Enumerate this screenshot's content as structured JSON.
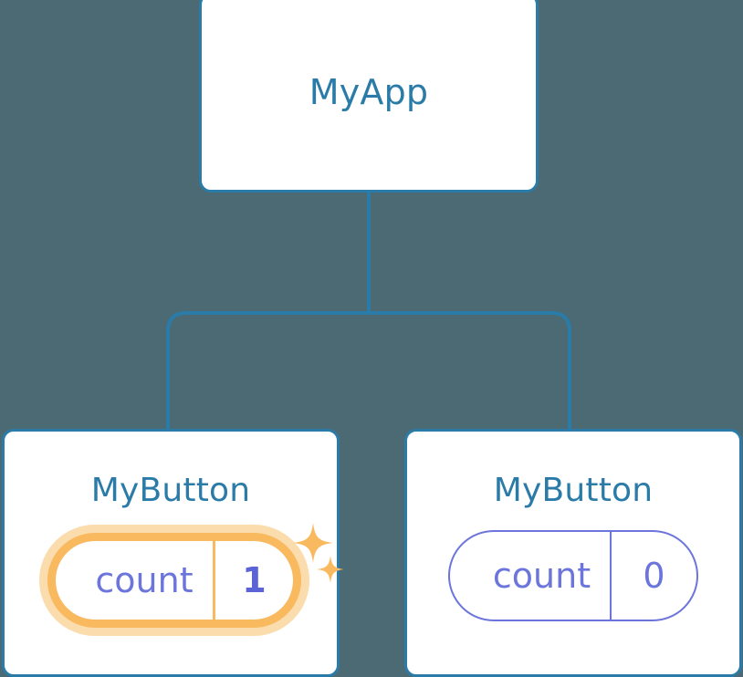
{
  "diagram": {
    "type": "component-tree",
    "background_color": "#4b6a73",
    "node_border_color": "#2b7ba8",
    "node_title_color": "#2b7ba8",
    "connector_color": "#2b7ba8",
    "state_color": "#6c75dc",
    "highlight_color": "#f9b95f",
    "highlight_glow_color": "#fbdcac",
    "highlight_value_color": "#5b63d6"
  },
  "root": {
    "title": "MyApp"
  },
  "children": [
    {
      "title": "MyButton",
      "state": {
        "key": "count",
        "value": "1"
      },
      "highlighted": true,
      "sparkle_icons": [
        "sparkle-large-icon",
        "sparkle-small-icon"
      ]
    },
    {
      "title": "MyButton",
      "state": {
        "key": "count",
        "value": "0"
      },
      "highlighted": false,
      "sparkle_icons": []
    }
  ]
}
